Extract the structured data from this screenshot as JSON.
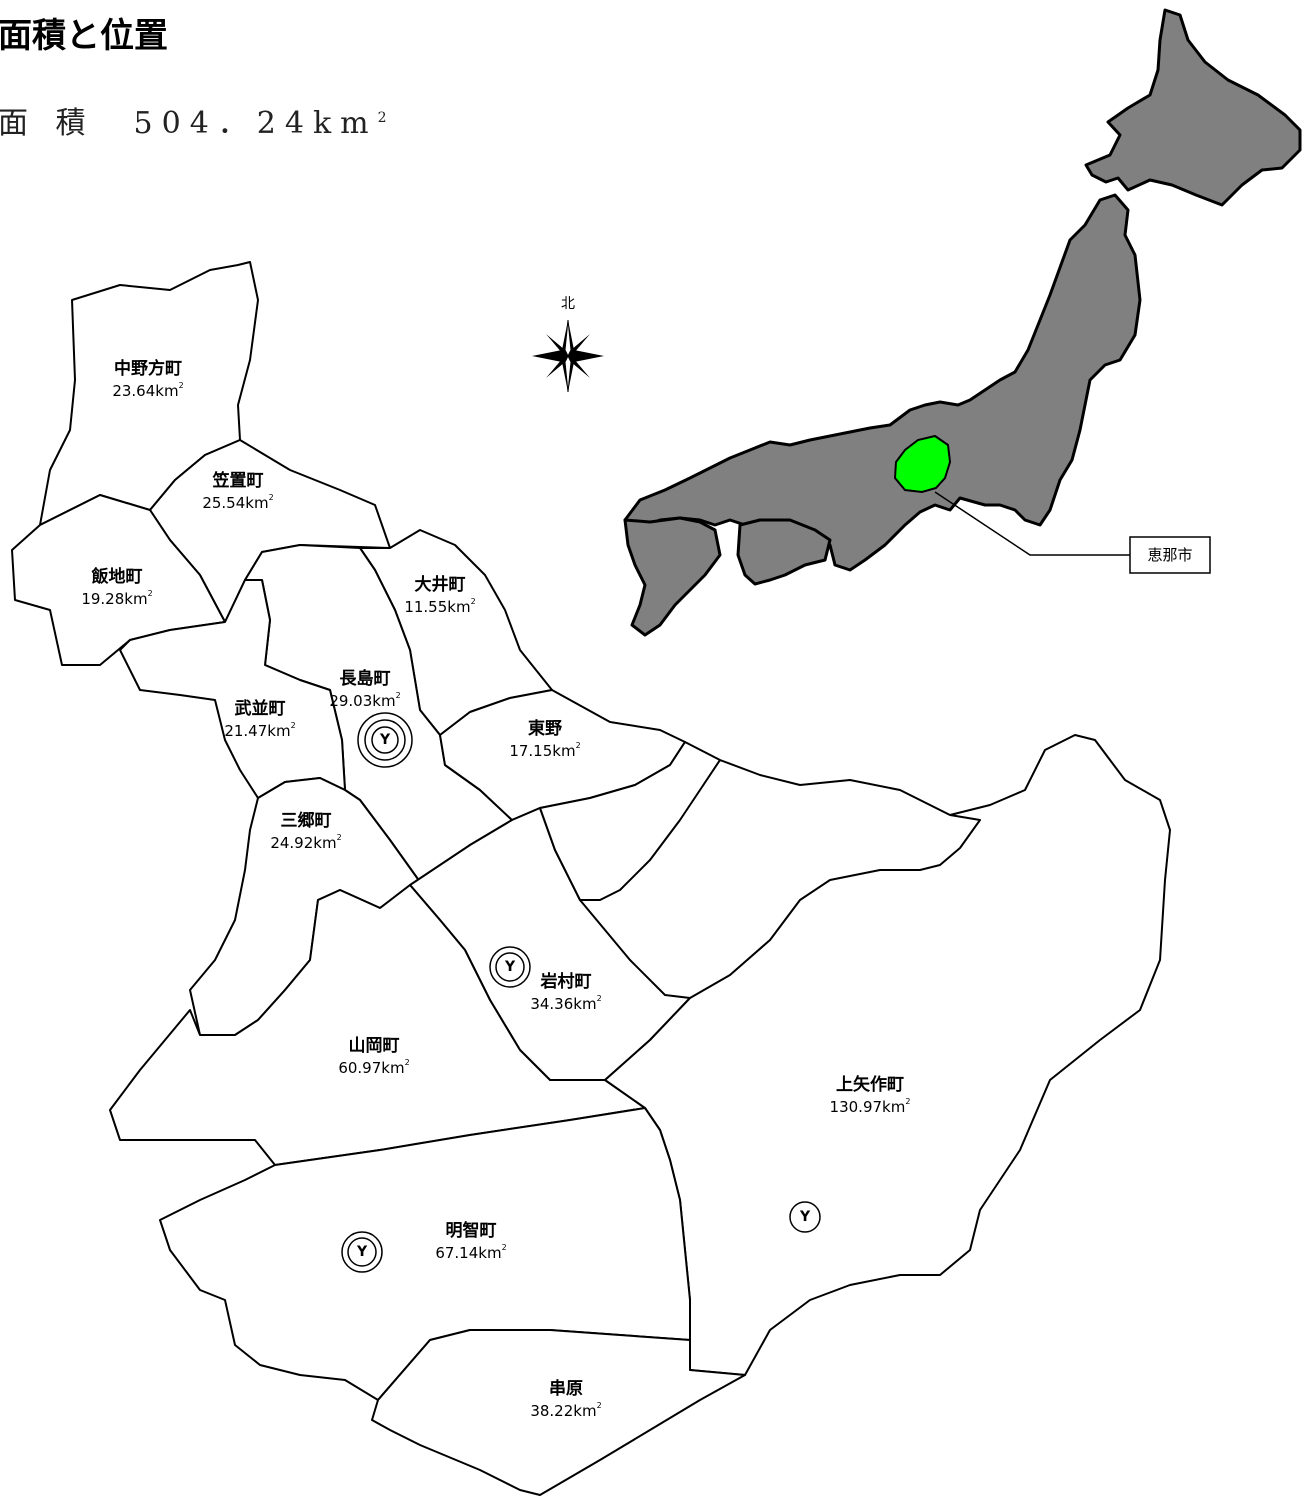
{
  "title": "面積と位置",
  "total_area": {
    "label": "面 積",
    "value": "504．24",
    "unit": "km",
    "unit_sup": "2"
  },
  "compass": {
    "label": "北"
  },
  "city_callout": {
    "label": "恵那市"
  },
  "area_unit": "km",
  "area_unit_sup": "2",
  "districts": [
    {
      "name": "中野方町",
      "area": "23.64"
    },
    {
      "name": "笠置町",
      "area": "25.54"
    },
    {
      "name": "飯地町",
      "area": "19.28"
    },
    {
      "name": "大井町",
      "area": "11.55"
    },
    {
      "name": "長島町",
      "area": "29.03"
    },
    {
      "name": "武並町",
      "area": "21.47"
    },
    {
      "name": "東野",
      "area": "17.15"
    },
    {
      "name": "三郷町",
      "area": "24.92"
    },
    {
      "name": "岩村町",
      "area": "34.36"
    },
    {
      "name": "山岡町",
      "area": "60.97"
    },
    {
      "name": "上矢作町",
      "area": "130.97"
    },
    {
      "name": "明智町",
      "area": "67.14"
    },
    {
      "name": "串原",
      "area": "38.22"
    }
  ],
  "marker_symbol": "Y",
  "colors": {
    "japan_fill": "#808080",
    "city_highlight": "#00ff00",
    "district_fill": "#ffffff"
  }
}
